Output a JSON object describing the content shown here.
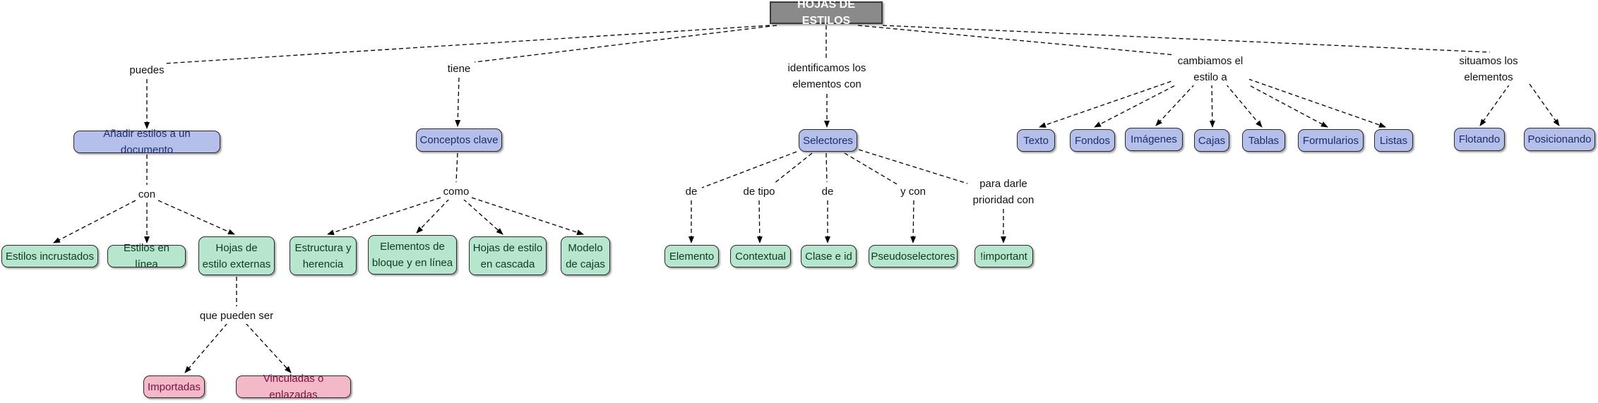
{
  "root": "HOJAS DE ESTILOS",
  "links": {
    "puedes": "puedes",
    "tiene": "tiene",
    "identificamos": "identificamos los elementos con",
    "cambiamos": "cambiamos el estilo a",
    "situamos": "situamos los elementos",
    "con": "con",
    "que_pueden_ser": "que pueden ser",
    "como": "como",
    "de_1": "de",
    "de_tipo": "de tipo",
    "de_2": "de",
    "y_con": "y con",
    "prioridad": "para darle prioridad con"
  },
  "concepts": {
    "anadir_estilos": "Añadir estilos a un documento",
    "conceptos_clave": "Conceptos clave",
    "selectores": "Selectores",
    "estilos_incrustados": "Estilos incrustados",
    "estilos_en_linea": "Estilos en línea",
    "hojas_externas": "Hojas de estilo externas",
    "importadas": "Importadas",
    "vinculadas": "Vinculadas o enlazadas",
    "estructura": "Estructura y herencia",
    "elementos_bloque": "Elementos de bloque y en línea",
    "hojas_cascada": "Hojas de estilo en cascada",
    "modelo_cajas": "Modelo de cajas",
    "elemento": "Elemento",
    "contextual": "Contextual",
    "clase_id": "Clase e id",
    "pseudoselectores": "Pseudoselectores",
    "important": "!important",
    "texto": "Texto",
    "fondos": "Fondos",
    "imagenes": "Imágenes",
    "cajas": "Cajas",
    "tablas": "Tablas",
    "formularios": "Formularios",
    "listas": "Listas",
    "flotando": "Flotando",
    "posicionando": "Posicionando"
  }
}
